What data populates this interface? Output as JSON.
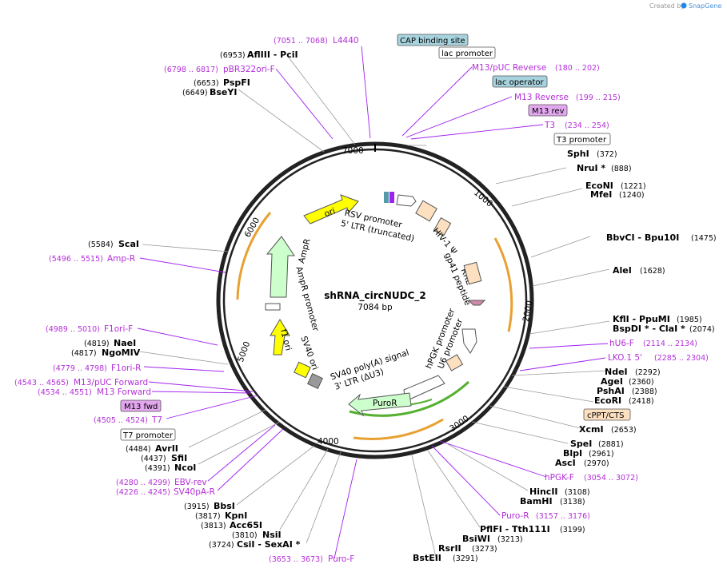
{
  "credit": {
    "text": "Created by",
    "brand": "SnapGene"
  },
  "plasmid": {
    "name": "shRNA_circNUDC_2",
    "size": "7084 bp"
  },
  "ticks": [
    "7000",
    "1000",
    "2000",
    "3000",
    "4000",
    "5000",
    "6000"
  ],
  "colors": {
    "purple": "#a020f0",
    "enzyme_line": "#999999",
    "primer_line": "#a020f0",
    "ori": "#ffff00",
    "ampr": "#ccffcc",
    "puror": "#ccffcc",
    "orange_arc": "#e8a030",
    "green_arc": "#55b030"
  },
  "enzymes": [
    {
      "pos": "(6953)",
      "name": "AflIII  - PciI"
    },
    {
      "pos": "(6653)",
      "name": "PspFI"
    },
    {
      "pos": "(6649)",
      "name": "BseYI"
    },
    {
      "pos": "",
      "name": "SphI",
      "pos2": "(372)"
    },
    {
      "pos": "",
      "name": "NruI *",
      "pos2": "(888)"
    },
    {
      "pos": "",
      "name": "EcoNI",
      "pos2": "(1221)"
    },
    {
      "pos": "",
      "name": "MfeI",
      "pos2": "(1240)"
    },
    {
      "pos": "",
      "name": "BbvCI  - Bpu10I",
      "pos2": "(1475)"
    },
    {
      "pos": "",
      "name": "AleI",
      "pos2": "(1628)"
    },
    {
      "pos": "",
      "name": "KflI  - PpuMI",
      "pos2": "(1985)"
    },
    {
      "pos": "",
      "name": "BspDI *  - ClaI *",
      "pos2": "(2074)"
    },
    {
      "pos": "",
      "name": "NdeI",
      "pos2": "(2292)"
    },
    {
      "pos": "",
      "name": "AgeI",
      "pos2": "(2360)"
    },
    {
      "pos": "",
      "name": "PshAI",
      "pos2": "(2388)"
    },
    {
      "pos": "",
      "name": "EcoRI",
      "pos2": "(2418)"
    },
    {
      "pos": "",
      "name": "XcmI",
      "pos2": "(2653)"
    },
    {
      "pos": "",
      "name": "SpeI",
      "pos2": "(2881)"
    },
    {
      "pos": "",
      "name": "BlpI",
      "pos2": "(2961)"
    },
    {
      "pos": "",
      "name": "AscI",
      "pos2": "(2970)"
    },
    {
      "pos": "",
      "name": "HincII",
      "pos2": "(3108)"
    },
    {
      "pos": "",
      "name": "BamHI",
      "pos2": "(3138)"
    },
    {
      "pos": "",
      "name": "PflFI  - Tth111I",
      "pos2": "(3199)"
    },
    {
      "pos": "",
      "name": "BsiWI",
      "pos2": "(3213)"
    },
    {
      "pos": "",
      "name": "RsrII",
      "pos2": "(3273)"
    },
    {
      "pos": "",
      "name": "BstEII",
      "pos2": "(3291)"
    },
    {
      "pos": "(3724)",
      "name": "CsiI  - SexAI *"
    },
    {
      "pos": "(3810)",
      "name": "NsiI"
    },
    {
      "pos": "(3813)",
      "name": "Acc65I"
    },
    {
      "pos": "(3817)",
      "name": "KpnI"
    },
    {
      "pos": "(3915)",
      "name": "BbsI"
    },
    {
      "pos": "(4391)",
      "name": "NcoI"
    },
    {
      "pos": "(4437)",
      "name": "SfiI"
    },
    {
      "pos": "(4484)",
      "name": "AvrII"
    },
    {
      "pos": "(4817)",
      "name": "NgoMIV"
    },
    {
      "pos": "(4819)",
      "name": "NaeI"
    },
    {
      "pos": "(5584)",
      "name": "ScaI"
    }
  ],
  "primers": [
    {
      "range": "(7051 .. 7068)",
      "name": "L4440"
    },
    {
      "range": "(6798 .. 6817)",
      "name": "pBR322ori-F"
    },
    {
      "range": "(180 .. 202)",
      "name": "M13/pUC Reverse"
    },
    {
      "range": "(199 .. 215)",
      "name": "M13 Reverse"
    },
    {
      "range": "(234 .. 254)",
      "name": "T3"
    },
    {
      "range": "(2114 .. 2134)",
      "name": "hU6-F"
    },
    {
      "range": "(2285 .. 2304)",
      "name": "LKO.1 5'"
    },
    {
      "range": "(3054 .. 3072)",
      "name": "hPGK-F"
    },
    {
      "range": "(3157 .. 3176)",
      "name": "Puro-R"
    },
    {
      "range": "(3653 .. 3673)",
      "name": "Puro-F"
    },
    {
      "range": "(4226 .. 4245)",
      "name": "SV40pA-R"
    },
    {
      "range": "(4280 .. 4299)",
      "name": "EBV-rev"
    },
    {
      "range": "(4505 .. 4524)",
      "name": "T7"
    },
    {
      "range": "(4534 .. 4551)",
      "name": "M13 Forward"
    },
    {
      "range": "(4543 .. 4565)",
      "name": "M13/pUC Forward"
    },
    {
      "range": "(4779 .. 4798)",
      "name": "F1ori-R"
    },
    {
      "range": "(4989 .. 5010)",
      "name": "F1ori-F"
    },
    {
      "range": "(5496 .. 5515)",
      "name": "Amp-R"
    }
  ],
  "boxes": [
    {
      "name": "CAP binding site"
    },
    {
      "name": "lac promoter"
    },
    {
      "name": "lac operator"
    },
    {
      "name": "M13 rev"
    },
    {
      "name": "T3 promoter"
    },
    {
      "name": "cPPT/CTS"
    },
    {
      "name": "T7 promoter"
    },
    {
      "name": "M13 fwd"
    }
  ],
  "features": {
    "ori": "ori",
    "ampr": "AmpR",
    "ampr_promoter": "AmpR promoter",
    "f1ori": "f1 ori",
    "sv40ori": "SV40 ori",
    "rsv": "RSV promoter",
    "ltr5": "5' LTR (truncated)",
    "hiv": "HIV-1 Ψ",
    "rre": "RRE",
    "gp41": "gp41 peptide",
    "u6": "U6 promoter",
    "hpgk": "hPGK promoter",
    "puror": "PuroR",
    "sv40pa": "SV40 poly(A) signal",
    "ltr3": "3' LTR (ΔU3)"
  }
}
